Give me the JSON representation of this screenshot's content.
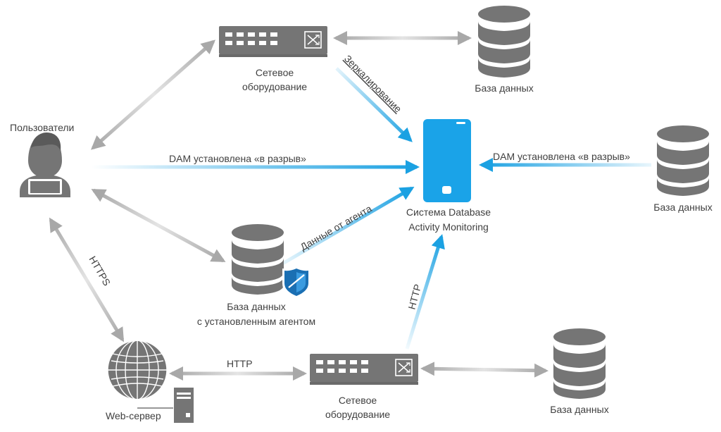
{
  "nodes": {
    "users": "Пользователи",
    "switch_top_line1": "Сетевое",
    "switch_top_line2": "оборудование",
    "db_top_right": "База данных",
    "dam_line1": "Система Database",
    "dam_line2": "Activity Monitoring",
    "db_right": "База данных",
    "db_agent_line1": "База данных",
    "db_agent_line2": "с установленным агентом",
    "web_server": "Web-сервер",
    "switch_bottom_line1": "Сетевое",
    "switch_bottom_line2": "оборудование",
    "db_bottom_right": "База данных"
  },
  "edges": {
    "mirroring": "Зеркалирование",
    "inline_left": "DAM установлена «в разрыв»",
    "inline_right": "DAM установлена «в разрыв»",
    "agent_data": "Данные от агента",
    "https": "HTTPS",
    "http_horizontal": "HTTP",
    "http_vertical": "HTTP"
  },
  "colors": {
    "device_gray": "#757575",
    "arrow_gray": "#a6a6a6",
    "arrow_blue": "#1ba1e2",
    "dam_blue": "#1aa3e8",
    "shield_blue": "#1a6fb3"
  }
}
